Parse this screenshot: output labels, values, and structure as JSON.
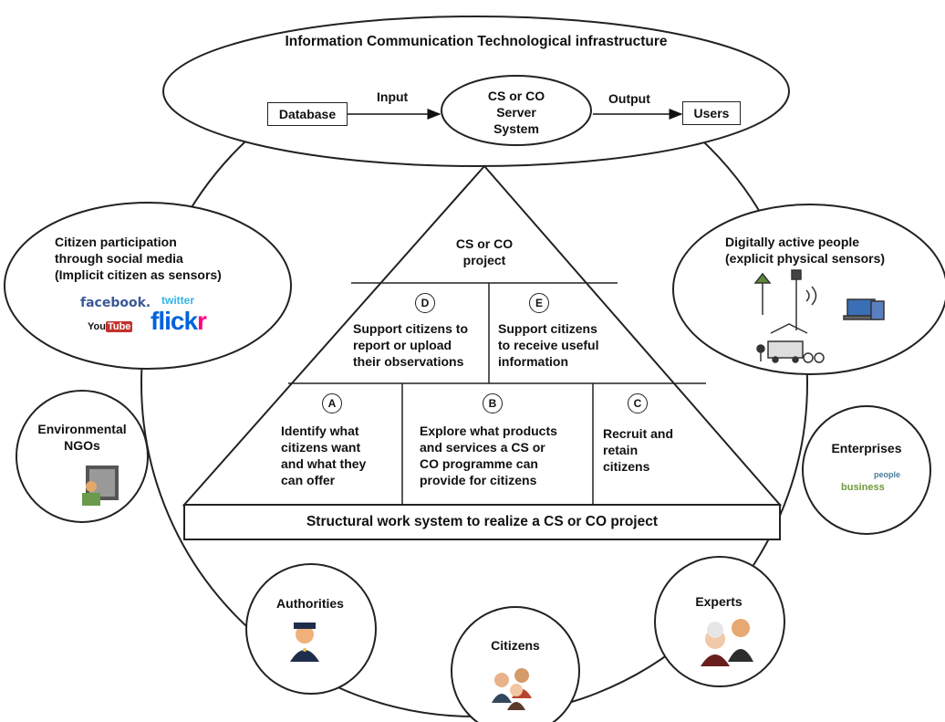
{
  "ict": {
    "title": "Information Communication Technological infrastructure",
    "database": "Database",
    "input": "Input",
    "server": "CS or CO\nServer\nSystem",
    "output": "Output",
    "users": "Users"
  },
  "project": {
    "title": "CS or CO\nproject",
    "d": {
      "letter": "D",
      "text": "Support citizens to\nreport or upload\ntheir observations"
    },
    "e": {
      "letter": "E",
      "text": "Support citizens\nto receive useful\ninformation"
    },
    "a": {
      "letter": "A",
      "text": "Identify what\ncitizens want\nand what they\ncan offer"
    },
    "b": {
      "letter": "B",
      "text": "Explore what products\nand services a CS or\nCO programme can\nprovide for citizens"
    },
    "c": {
      "letter": "C",
      "text": "Recruit and\nretain\ncitizens"
    },
    "base": "Structural work system to realize a CS or CO project"
  },
  "nodes": {
    "social": "Citizen participation\nthrough social media\n(Implicit citizen as sensors)",
    "digital": "Digitally  active people\n(explicit physical sensors)",
    "ngos": "Environmental\nNGOs",
    "enterprises": "Enterprises",
    "authorities": "Authorities",
    "citizens": "Citizens",
    "experts": "Experts"
  },
  "logos": {
    "facebook": "facebook.",
    "twitter": "twitter",
    "youtube_you": "You",
    "youtube_tube": "Tube",
    "flickr_flick": "flick",
    "flickr_r": "r"
  },
  "wordcloud": {
    "w1": "people",
    "w2": "business"
  }
}
